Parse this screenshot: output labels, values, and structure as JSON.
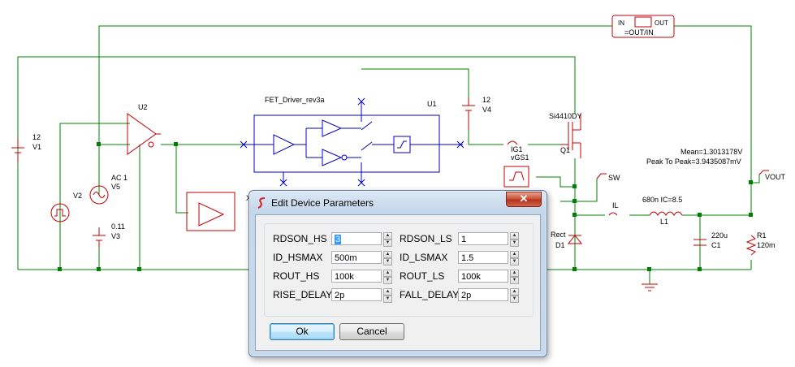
{
  "schematic": {
    "labels": {
      "v1": [
        "12",
        "V1"
      ],
      "v2": "V2",
      "v5": [
        "AC 1",
        "V5"
      ],
      "v3": [
        "0.11",
        "V3"
      ],
      "u2": "U2",
      "x_partial": "X",
      "fet_driver": "FET_Driver_rev3a",
      "u1": "U1",
      "v4": [
        "12",
        "V4"
      ],
      "q1": [
        "Si4410DY",
        "Q1"
      ],
      "ig1": [
        "IG1",
        "vGS1"
      ],
      "sw": "SW",
      "il": "IL",
      "l1": [
        "680n IC=8.5",
        "L1"
      ],
      "c1": [
        "220u",
        "C1"
      ],
      "r1": [
        "R1",
        "120m"
      ],
      "d1": [
        "Rect",
        "D1"
      ],
      "vout": "VOUT",
      "meas_mean": "Mean=1.3013178V",
      "meas_pp": "Peak To Peak=3.9435087mV",
      "ratio_in": "IN",
      "ratio_out": "OUT",
      "ratio_expr": "=OUT/IN"
    },
    "colors": {
      "wire": "#008000",
      "component": "#c00000",
      "probe": "#0000c0",
      "node": "#008000"
    }
  },
  "dialog": {
    "title": "Edit Device Parameters",
    "close_glyph": "✕",
    "params": [
      {
        "name": "RDSON_HS",
        "value": "3",
        "selected": true
      },
      {
        "name": "RDSON_LS",
        "value": "1",
        "selected": false
      },
      {
        "name": "ID_HSMAX",
        "value": "500m",
        "selected": false
      },
      {
        "name": "ID_LSMAX",
        "value": "1.5",
        "selected": false
      },
      {
        "name": "ROUT_HS",
        "value": "100k",
        "selected": false
      },
      {
        "name": "ROUT_LS",
        "value": "100k",
        "selected": false
      },
      {
        "name": "RISE_DELAY",
        "value": "2p",
        "selected": false
      },
      {
        "name": "FALL_DELAY",
        "value": "2p",
        "selected": false
      }
    ],
    "ok_label": "Ok",
    "cancel_label": "Cancel"
  }
}
